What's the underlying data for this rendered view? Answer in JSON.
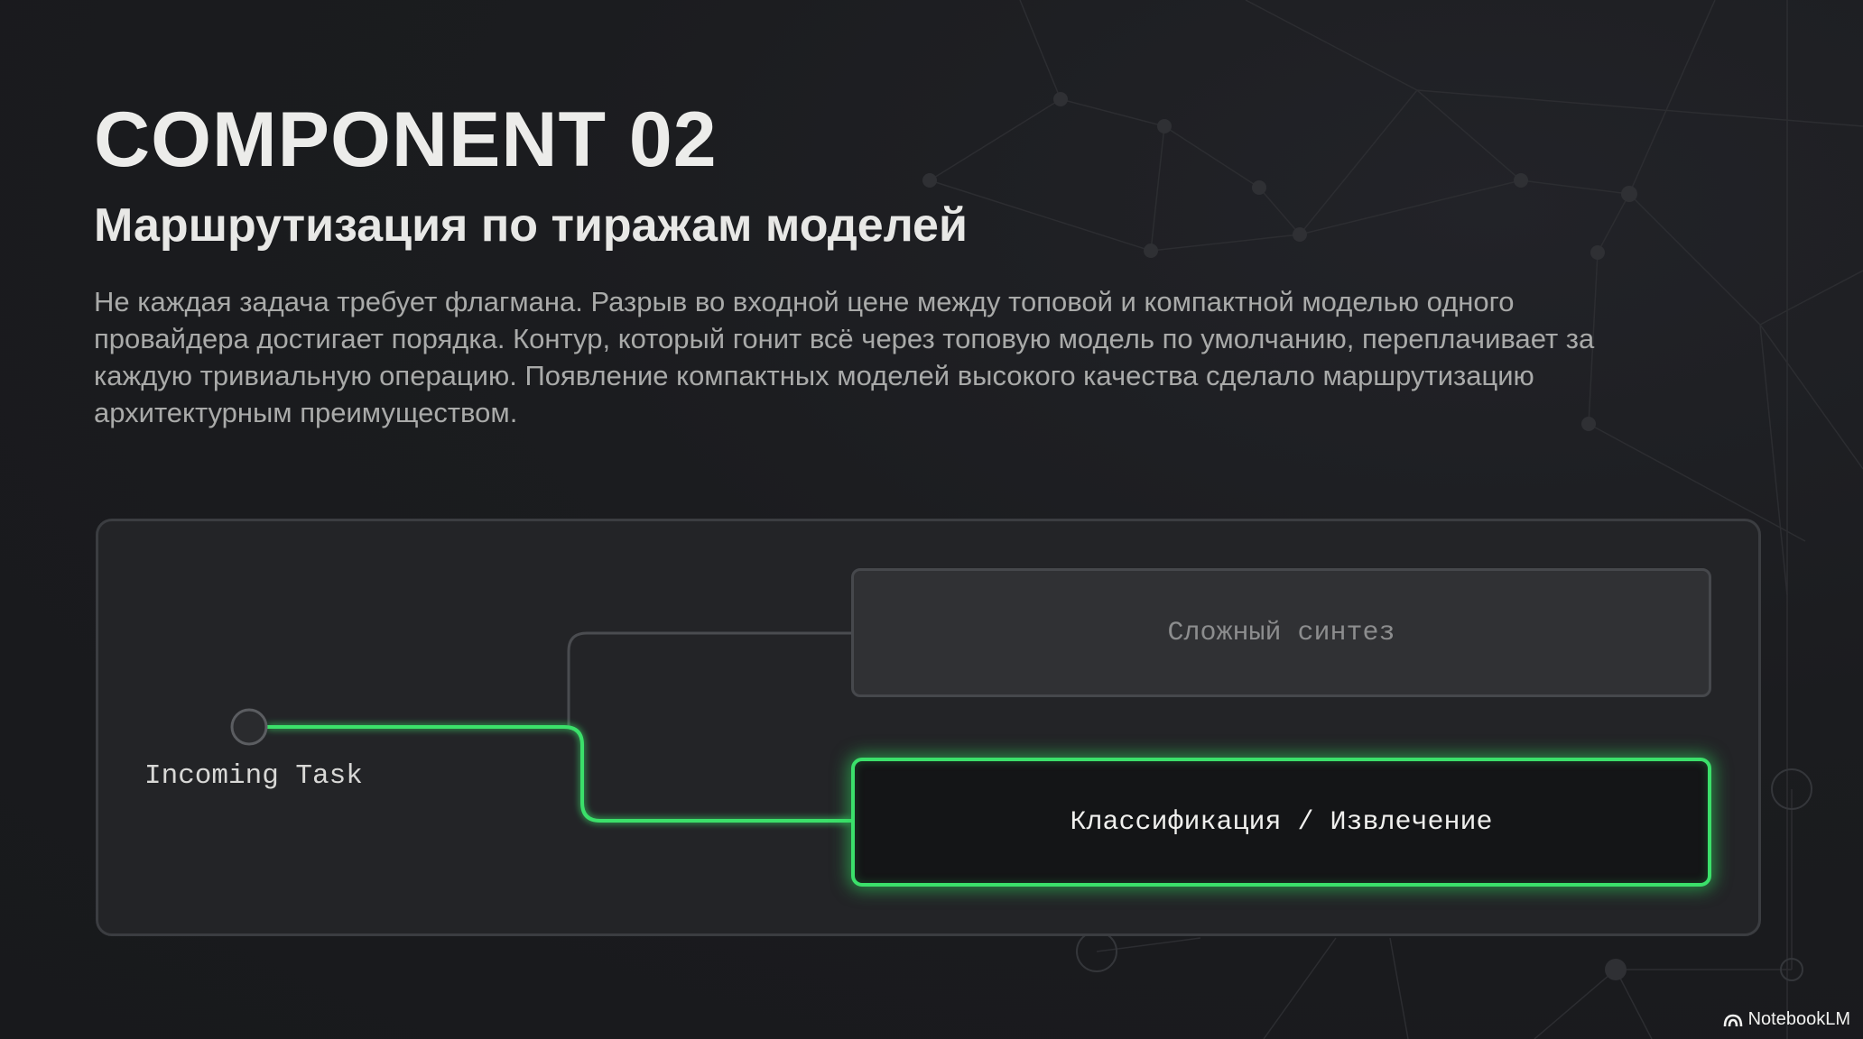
{
  "title": "COMPONENT 02",
  "subtitle": "Маршрутизация по тиражам моделей",
  "body": "Не каждая задача требует флагмана. Разрыв во входной цене между топовой и компактной моделью одного провайдера достигает порядка. Контур, который гонит всё через топовую модель по умолчанию, переплачивает за каждую тривиальную операцию. Появление компактных моделей высокого качества сделало маршрутизацию архитектурным преимуществом.",
  "diagram": {
    "source_label": "Incoming Task",
    "route_complex_label": "Сложный синтез",
    "route_simple_label": "Классификация / Извлечение",
    "active_color": "#3be06a",
    "inactive_color": "#4a4c50"
  },
  "brand": {
    "name": "NotebookLM",
    "icon": "notebooklm-logo-icon"
  },
  "colors": {
    "background": "#1a1b1e",
    "panel": "#232427",
    "accent": "#3be06a"
  }
}
